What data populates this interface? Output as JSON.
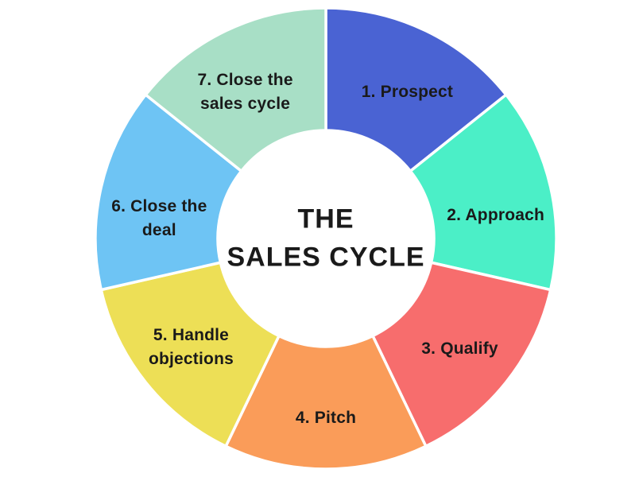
{
  "title": "THE\nSALES CYCLE",
  "background_color": "#FFFFFF",
  "text_color": "#1A1A1A",
  "separator_color": "#FFFFFF",
  "chart_data": {
    "type": "pie",
    "variant": "donut",
    "title": "THE SALES CYCLE",
    "direction": "clockwise",
    "start_angle_deg": 0,
    "equal_segments": true,
    "legend_position": "labels-on-slices",
    "segments": [
      {
        "id": "prospect",
        "order": 1,
        "label": "1. Prospect",
        "value": 1,
        "color": "#4A63D3"
      },
      {
        "id": "approach",
        "order": 2,
        "label": "2. Approach",
        "value": 1,
        "color": "#4BEFC7"
      },
      {
        "id": "qualify",
        "order": 3,
        "label": "3. Qualify",
        "value": 1,
        "color": "#F76D6D"
      },
      {
        "id": "pitch",
        "order": 4,
        "label": "4. Pitch",
        "value": 1,
        "color": "#FA9C59"
      },
      {
        "id": "handle-objections",
        "order": 5,
        "label": "5. Handle\nobjections",
        "value": 1,
        "color": "#EDDF56"
      },
      {
        "id": "close-deal",
        "order": 6,
        "label": "6. Close the\ndeal",
        "value": 1,
        "color": "#6EC4F4"
      },
      {
        "id": "close-sales-cycle",
        "order": 7,
        "label": "7. Close the\nsales cycle",
        "value": 1,
        "color": "#A8DFC6"
      }
    ]
  }
}
